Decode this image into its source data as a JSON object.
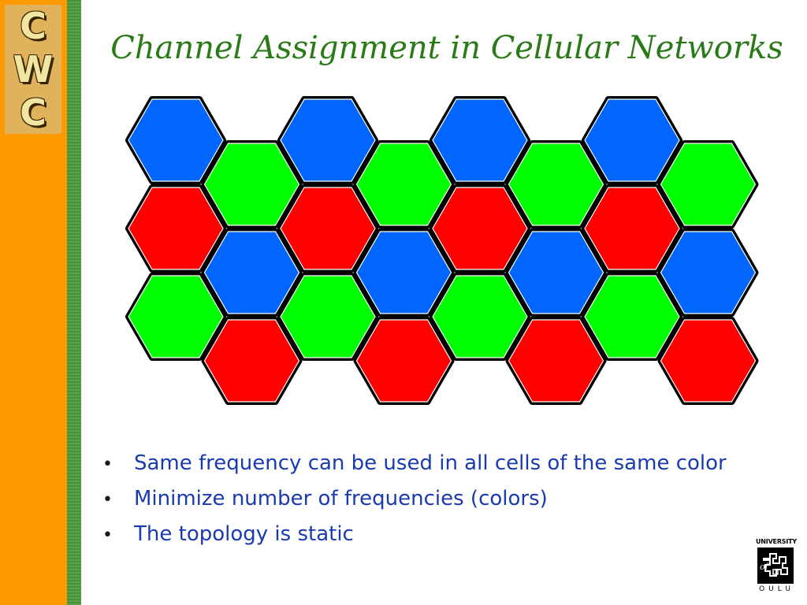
{
  "sidebar": {
    "logo_letters": [
      "C",
      "W",
      "C"
    ],
    "colors": {
      "orange": "#ff9900",
      "stripe": "#4a9a3a"
    }
  },
  "slide": {
    "title": "Channel Assignment in Cellular Networks",
    "title_color": "#2a7a17",
    "bullet_color": "#1a3ab0",
    "bullets": [
      "Same frequency can be used in all cells of the same color",
      "Minimize number of frequencies (colors)",
      "The topology is static"
    ]
  },
  "cell_colors": {
    "B": "#0066ff",
    "G": "#00ff00",
    "R": "#ff0000"
  },
  "cell_rows": [
    [
      "B",
      "G",
      "B",
      "G",
      "B",
      "G",
      "B",
      "G"
    ],
    [
      "R",
      "B",
      "R",
      "B",
      "R",
      "B",
      "R",
      "B"
    ],
    [
      "G",
      "R",
      "G",
      "R",
      "G",
      "R",
      "G",
      "R"
    ]
  ],
  "university_logo": {
    "top_text": "UNIVERSITY",
    "of_text": "of",
    "bottom_text": "OULU"
  }
}
